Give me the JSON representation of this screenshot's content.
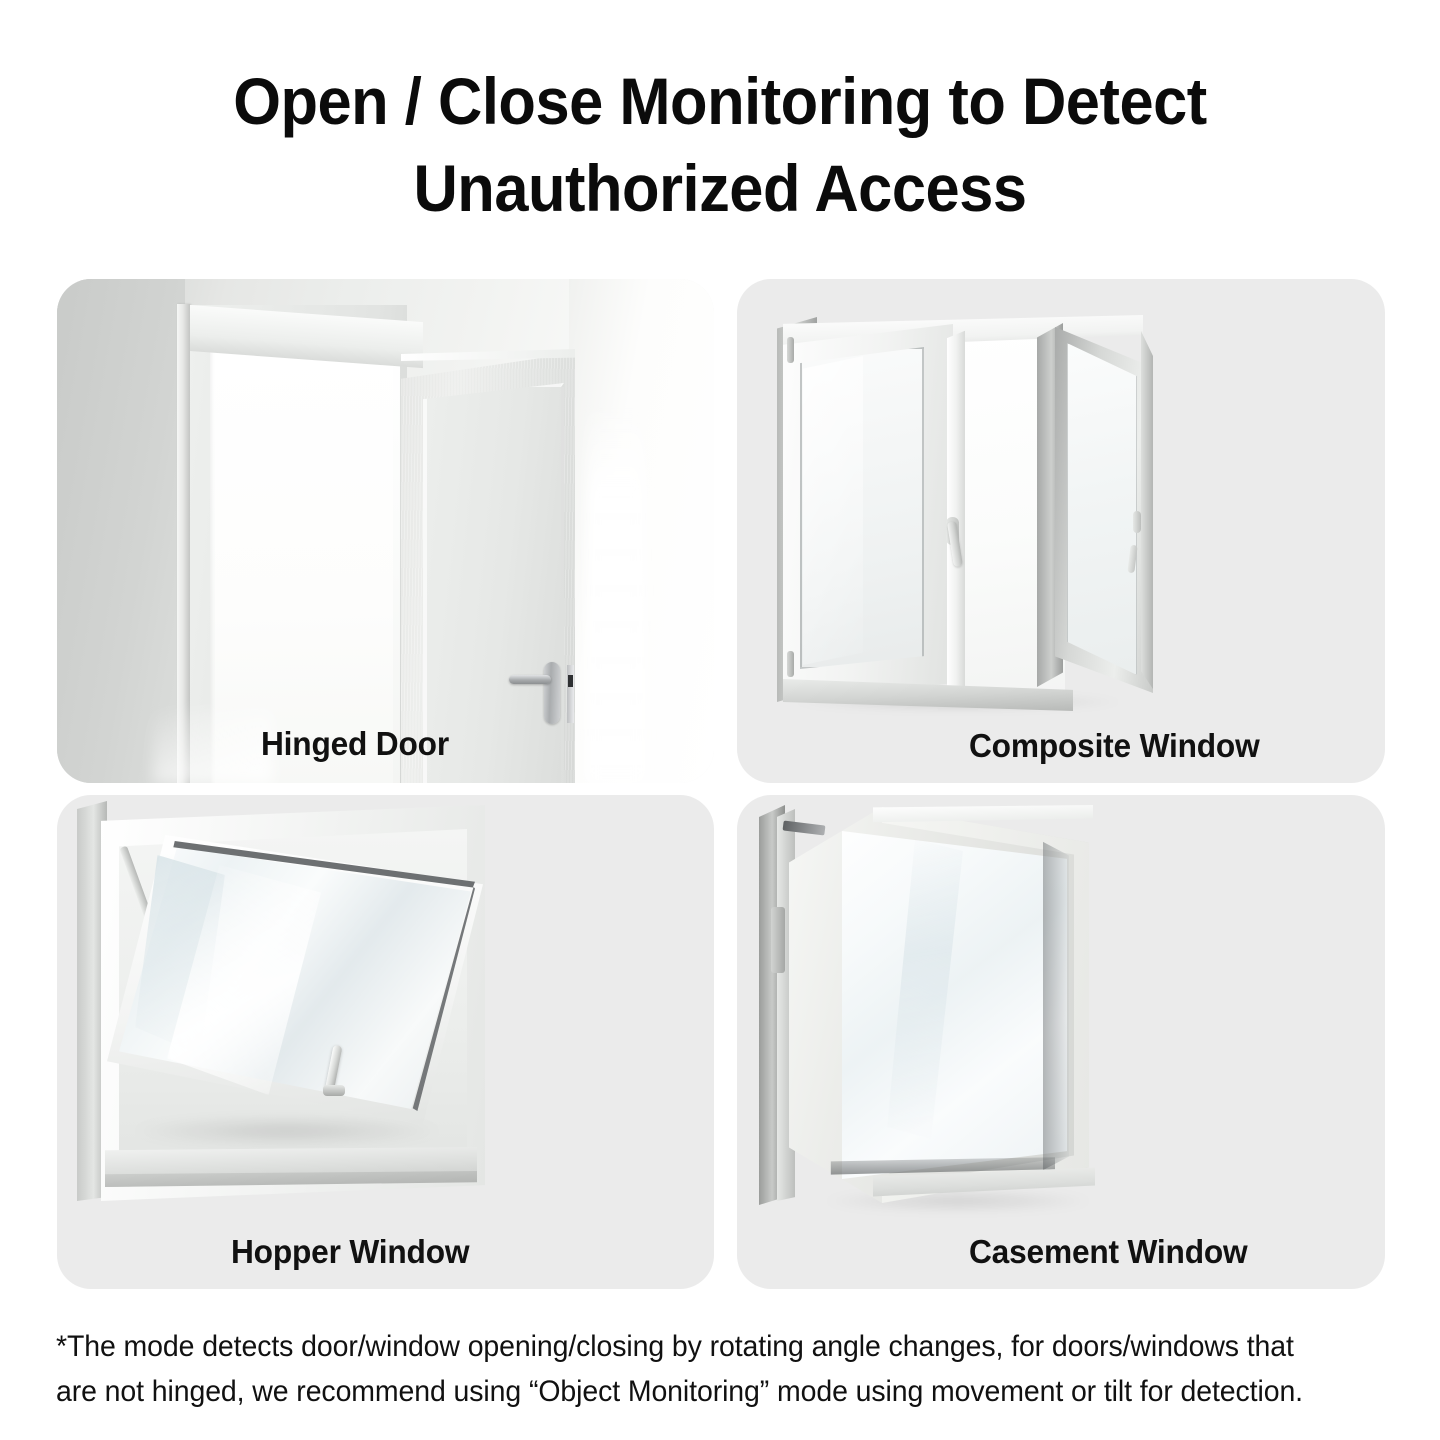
{
  "header": {
    "title_line1": "Open / Close Monitoring to Detect",
    "title_line2": "Unauthorized Access"
  },
  "cards": [
    {
      "id": "hinged-door",
      "label": "Hinged Door",
      "image_subject": "white interior hinged door standing open in a door frame with metal lever handle"
    },
    {
      "id": "composite-window",
      "label": "Composite Window",
      "image_subject": "white uPVC double casement window, left sash closed, right sash swung open outward"
    },
    {
      "id": "hopper-window",
      "label": "Hopper Window",
      "image_subject": "white top-hung awning / hopper window tilted open outward with stay arms and handle"
    },
    {
      "id": "casement-window",
      "label": "Casement Window",
      "image_subject": "white side-hinged casement window swung open toward the viewer"
    }
  ],
  "footnote": {
    "text": "*The mode detects door/window opening/closing by rotating angle changes, for doors/windows that are not hinged, we recommend using “Object Monitoring” mode using movement or tilt for detection."
  },
  "colors": {
    "page_background": "#ffffff",
    "card_background": "#ebebeb",
    "title_text": "#0b0b0b",
    "label_text": "#111111",
    "footnote_text": "#111111"
  }
}
